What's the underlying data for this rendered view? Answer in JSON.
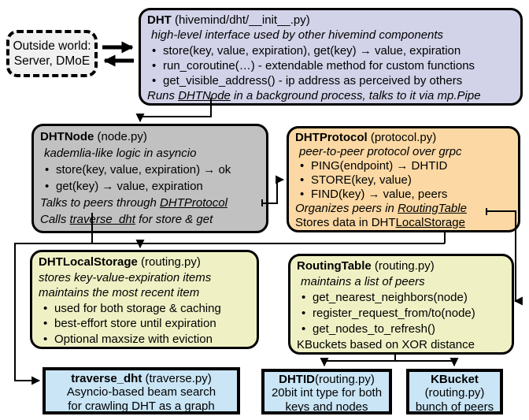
{
  "glyphs": {
    "bullet": "•"
  },
  "colors": {
    "dht_fill": "#d2d3e9",
    "node_fill": "#c1c1c1",
    "protocol_fill": "#fcd9a4",
    "storage_fill": "#eff1c5",
    "routing_fill": "#eff1c5",
    "blue_fill": "#c9e5f6",
    "outside_fill": "#f1f1f1",
    "line_color": "#000000"
  },
  "boxes": {
    "outside": {
      "line1": "Outside world:",
      "line2": "Server, DMoE"
    },
    "dht": {
      "title": "DHT",
      "file": " (hivemind/dht/__init__.py)",
      "subtitle": "high-level interface used by other hivemind components",
      "bullets": [
        "store(key, value, expiration), get(key) → value, expiration",
        "run_coroutine(…) - extendable method for custom functions",
        "get_visible_address() - ip address as perceived by others"
      ],
      "footer_pre": "Runs ",
      "footer_link": "DHTNode",
      "footer_post": " in a background process, talks to it via mp.Pipe"
    },
    "dhtnode": {
      "title": "DHTNode",
      "file": " (node.py)",
      "subtitle": "kademlia-like logic in asyncio",
      "bullets": [
        "store(key, value, expiration) → ok",
        "get(key) → value, expiration"
      ],
      "footer1_pre": "Talks to peers through ",
      "footer1_link": "DHTProtocol",
      "footer2_pre": "Calls ",
      "footer2_link": "traverse_dht",
      "footer2_post": " for store & get"
    },
    "dhtprotocol": {
      "title": "DHTProtocol",
      "file": " (protocol.py)",
      "subtitle": "peer-to-peer protocol over grpc",
      "bullets": [
        "PING(endpoint) → DHTID",
        "STORE(key, value)",
        "FIND(key) → value, peers"
      ],
      "footer1_pre": "Organizes peers in ",
      "footer1_link": "RoutingTable",
      "footer2_pre": "Stores data in DHT",
      "footer2_link": "LocalStorage"
    },
    "dhtlocalstorage": {
      "title": "DHTLocalStorage",
      "file": " (routing.py)",
      "subtitle1": "stores key-value-expiration items",
      "subtitle2": "maintains the most recent item",
      "bullets": [
        "used for both storage & caching",
        "best-effort store until expiration",
        "Optional maxsize with eviction"
      ]
    },
    "routingtable": {
      "title": "RoutingTable",
      "file": " (routing.py)",
      "subtitle": "maintains a list of peers",
      "bullets": [
        "get_nearest_neighbors(node)",
        "register_request_from/to(node)",
        "get_nodes_to_refresh()"
      ],
      "footer": "KBuckets based on XOR distance"
    },
    "traverse": {
      "title": "traverse_dht",
      "file": " (traverse.py)",
      "line1": "Asyncio-based beam search",
      "line2": "for crawling DHT as a graph"
    },
    "dhtid": {
      "title": "DHTID",
      "file": "(routing.py)",
      "line1": "20bit int type for both",
      "line2": "keys and nodes"
    },
    "kbucket": {
      "title": "KBucket",
      "file": "(routing.py)",
      "line1": "bunch of peers"
    }
  }
}
